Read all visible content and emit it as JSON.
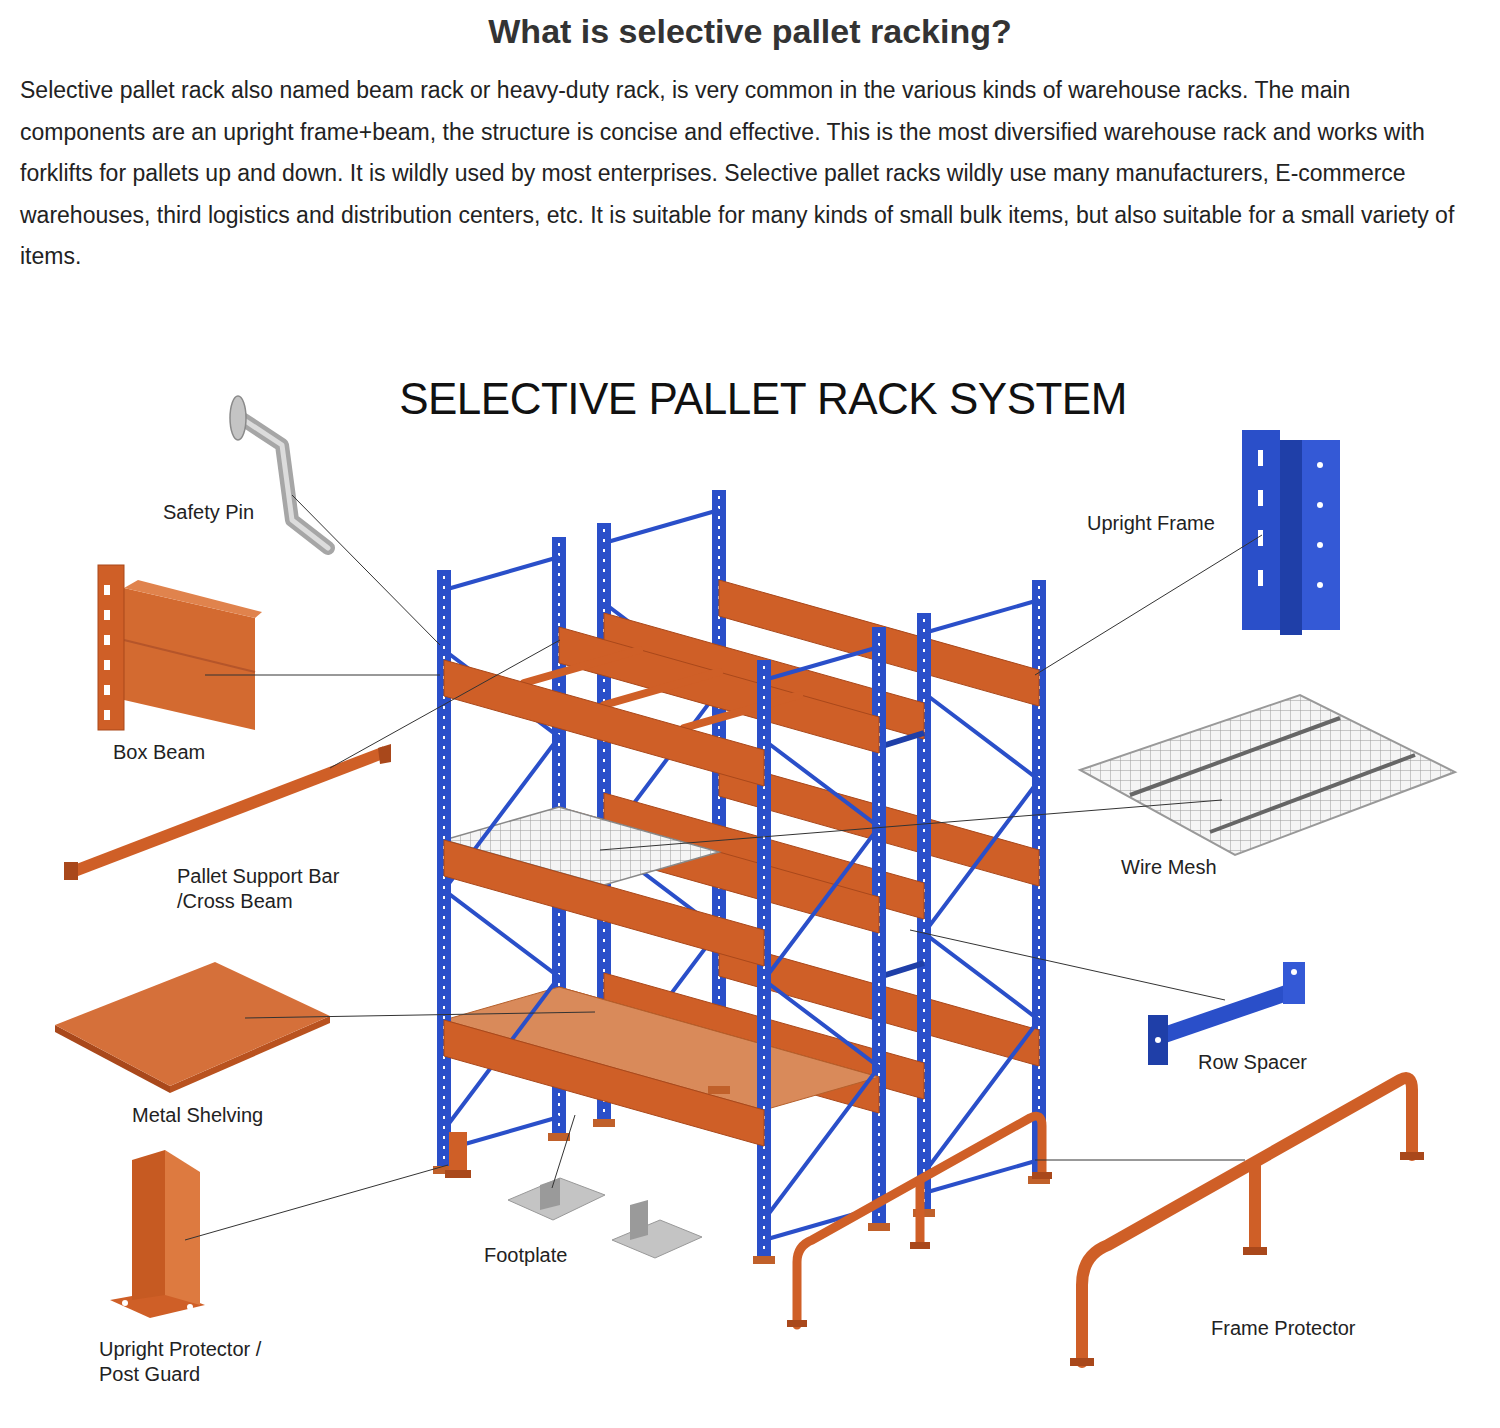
{
  "diagram": {
    "title": "What is selective pallet racking?",
    "labels": [
      "Selective pallet rack also named beam rack or heavy-duty rack, is very common in the various kinds of warehouse racks. The main components are an upright frame+beam, the structure is concise and effective. This is the most diversified warehouse rack and works with forklifts for pallets up and down. It is wildly used by most enterprises. Selective pallet racks wildly use many manufacturers, E-commerce warehouses, third logistics and distribution centers, etc. It is suitable for many kinds of small bulk items, but also suitable for a small variety of items.",
      "SELECTIVE PALLET RACK SYSTEM",
      "Safety Pin",
      "Box Beam",
      "Pallet Support Bar /Cross Beam",
      "Metal Shelving",
      "Upright Protector / Post Guard",
      "Footplate",
      "Upright Frame",
      "Wire Mesh",
      "Row Spacer",
      "Frame Protector"
    ]
  }
}
